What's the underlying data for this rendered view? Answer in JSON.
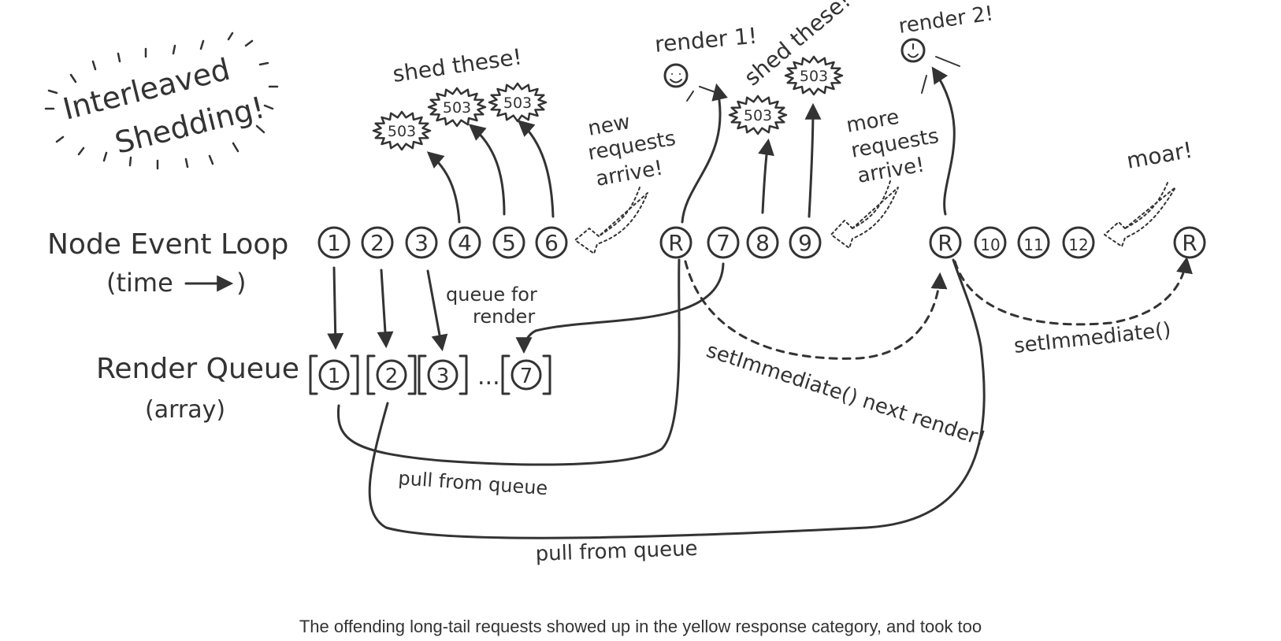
{
  "title": "Interleaved Shedding!",
  "labels": {
    "event_loop": "Node Event Loop",
    "time": "(time",
    "time_close": ")",
    "render_queue": "Render Queue",
    "array": "(array)"
  },
  "annotations": {
    "shed_1": "shed these!",
    "shed_2": "shed these!",
    "render_1": "render 1!",
    "render_2": "render 2!",
    "new_requests": [
      "new",
      "requests",
      "arrive!"
    ],
    "more_requests": [
      "more",
      "requests",
      "arrive!"
    ],
    "moar": "moar!",
    "queue_for_render": [
      "queue for",
      "render"
    ],
    "pull_1": "pull from queue",
    "pull_2": "pull from queue",
    "set_immediate_next": "setImmediate() next render!",
    "set_immediate": "setImmediate()"
  },
  "event_loop_items": [
    "1",
    "2",
    "3",
    "4",
    "5",
    "6",
    "R",
    "7",
    "8",
    "9",
    "R",
    "10",
    "11",
    "12",
    "R"
  ],
  "queue_items": [
    "1",
    "2",
    "3",
    "7"
  ],
  "queue_ellipsis": "...",
  "status_code": "503",
  "caption": "The offending long-tail requests showed up in the yellow response category, and took too"
}
